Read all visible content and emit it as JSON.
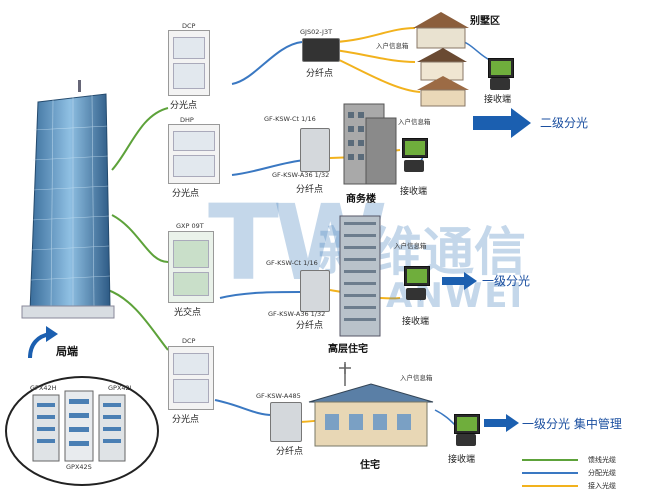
{
  "diagram": {
    "central_office": "局端",
    "office_racks": [
      "GPX42H",
      "GPX42I",
      "GPX42S"
    ],
    "split_points": [
      {
        "model": "DCP",
        "label": "分光点"
      },
      {
        "model": "DHP",
        "label": "分光点"
      },
      {
        "model": "GXP 09T",
        "label": "光交点"
      },
      {
        "model": "DCP",
        "label": "分光点"
      }
    ],
    "fiber_points": [
      {
        "model": "GJS02-J3T",
        "label": "分纤点"
      },
      {
        "model_top": "GF-KSW-Ct 1/16",
        "model_bottom": "GF-KSW-A36 1/32",
        "label": "分纤点"
      },
      {
        "model_top": "GF-KSW-Ct 1/16",
        "model_bottom": "GF-KSW-A36 1/32",
        "label": "分纤点"
      },
      {
        "model": "GF-KSW-A485",
        "label": "分纤点"
      }
    ],
    "buildings": {
      "villa": "别墅区",
      "commercial": "商务楼",
      "highrise": "高层住宅",
      "residence": "住宅"
    },
    "info_box": "入户信息箱",
    "receiver": "接收端",
    "tiers": {
      "second_level": "二级分光",
      "first_level": "一级分光",
      "first_level_central": "一级分光  集中管理"
    },
    "watermark": {
      "latin": "TW",
      "cn": "新维通信",
      "en": "ANWEI"
    },
    "legend": [
      {
        "label": "馈线光缆",
        "color": "#5da23a"
      },
      {
        "label": "分配光缆",
        "color": "#3a78c2"
      },
      {
        "label": "接入光缆",
        "color": "#f2b21d"
      }
    ]
  }
}
